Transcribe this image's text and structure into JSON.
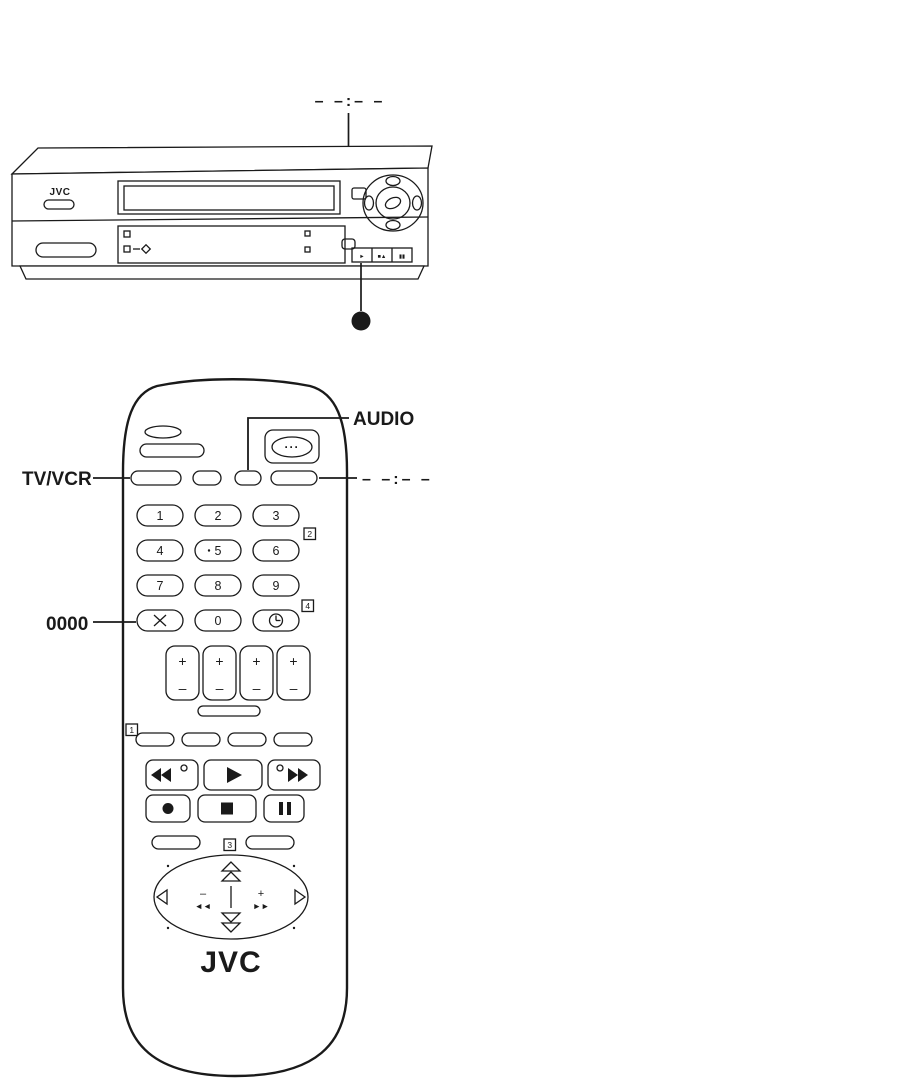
{
  "colors": {
    "ink": "#1a1a1a",
    "paper": "#ffffff"
  },
  "vcr": {
    "display_callout": "– –:– –",
    "brand": "JVC",
    "transport_glyphs": [
      "►",
      "■▲",
      "▮▮"
    ]
  },
  "remote": {
    "brand": "JVC",
    "dots_button": "···",
    "digits": [
      "1",
      "2",
      "3",
      "4",
      "5",
      "6",
      "7",
      "8",
      "9"
    ],
    "zero": "0",
    "rocker_plus": "+",
    "rocker_minus": "–",
    "nav_minus": "–",
    "nav_plus": "+",
    "nav_rew": "◄◄",
    "nav_ff": "►►",
    "markers": [
      "1",
      "2",
      "3",
      "4"
    ],
    "icons": [
      "power-icon",
      "dots-icon",
      "multiply-icon",
      "timer-clock-icon",
      "rewind-icon",
      "play-icon",
      "fast-forward-icon",
      "record-icon",
      "stop-icon",
      "pause-icon",
      "nav-up-icon",
      "nav-down-icon",
      "nav-left-icon",
      "nav-right-icon"
    ]
  },
  "callouts": {
    "audio": "AUDIO",
    "tv_vcr": "TV/VCR",
    "zeros": "0000",
    "remote_display": "– –:– –"
  }
}
